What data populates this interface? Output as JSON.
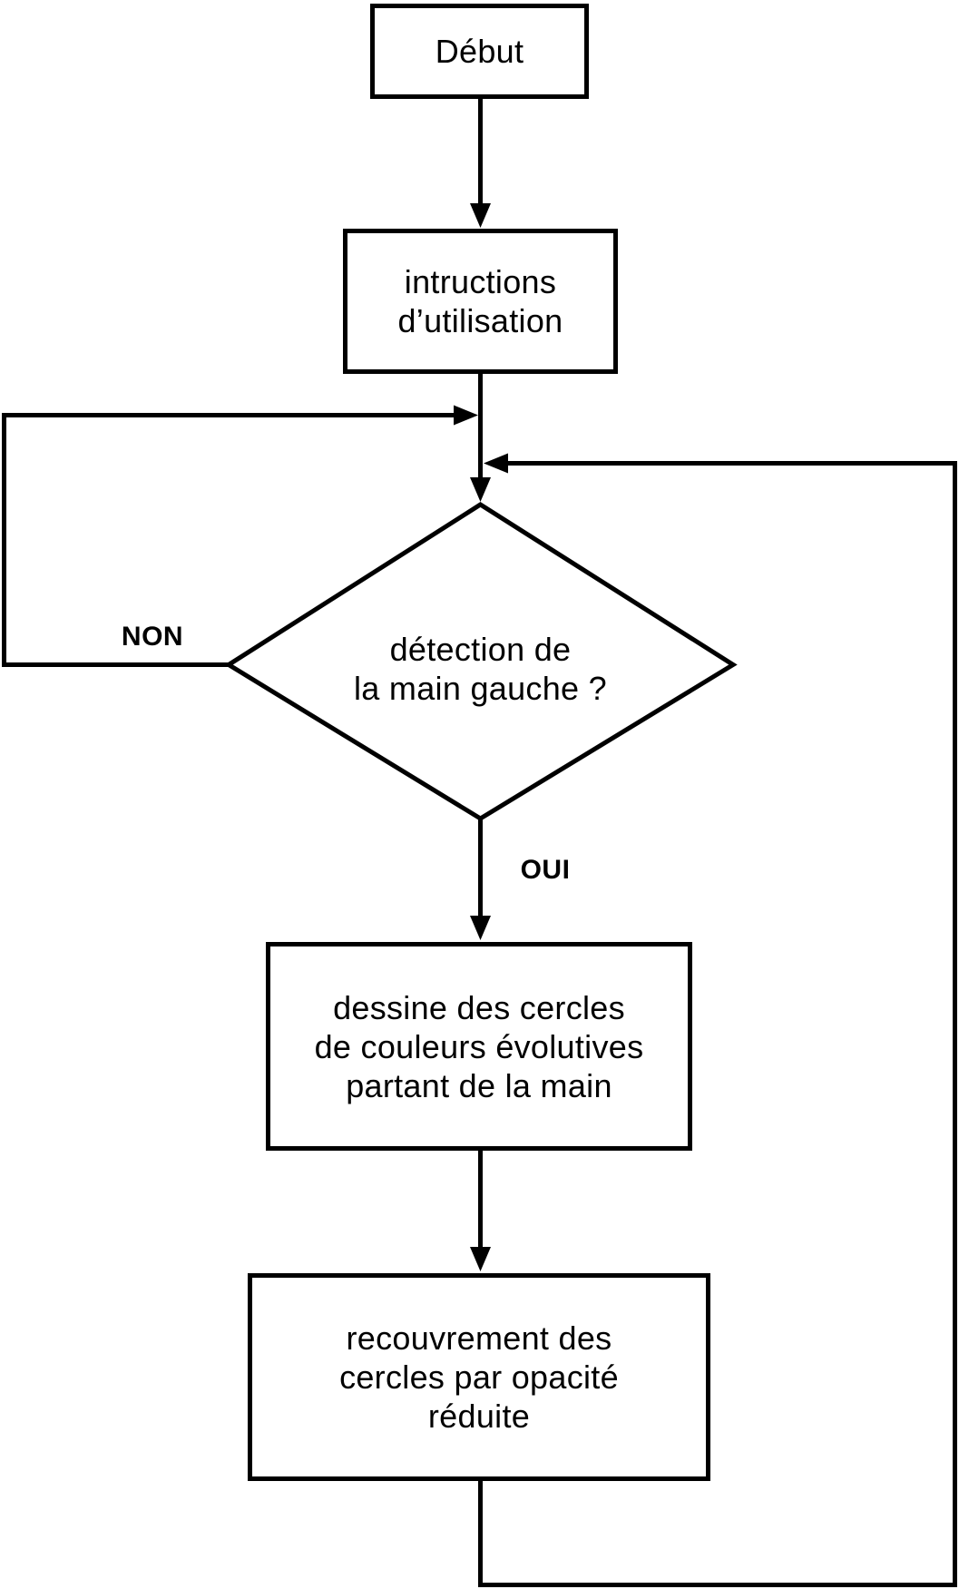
{
  "diagram": {
    "type": "flowchart",
    "background_color": "#ffffff",
    "line_color": "#000000",
    "text_color": "#000000",
    "nodes": {
      "start": {
        "shape": "rectangle",
        "label": "Début"
      },
      "instructions": {
        "shape": "rectangle",
        "lines": [
          "intructions",
          "d’utilisation"
        ]
      },
      "decision": {
        "shape": "diamond",
        "lines": [
          "détection de",
          "la main gauche ?"
        ]
      },
      "draw_circles": {
        "shape": "rectangle",
        "lines": [
          "dessine des cercles",
          "de couleurs évolutives",
          "partant de la main"
        ]
      },
      "overlay_circles": {
        "shape": "rectangle",
        "lines": [
          "recouvrement des",
          "cercles par opacité",
          "réduite"
        ]
      }
    },
    "edges": {
      "start_to_instructions": {
        "from": "start",
        "to": "instructions"
      },
      "instructions_to_decision": {
        "from": "instructions",
        "to": "decision"
      },
      "decision_no_loop": {
        "from": "decision",
        "to": "instructions_to_decision",
        "label": "NON"
      },
      "decision_yes": {
        "from": "decision",
        "to": "draw_circles",
        "label": "OUI"
      },
      "draw_to_overlay": {
        "from": "draw_circles",
        "to": "overlay_circles"
      },
      "overlay_return_loop": {
        "from": "overlay_circles",
        "to": "instructions_to_decision"
      }
    },
    "labels": {
      "no": "NON",
      "yes": "OUI"
    }
  }
}
